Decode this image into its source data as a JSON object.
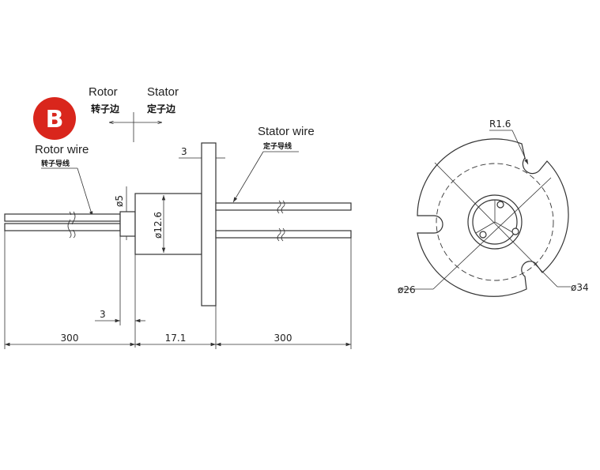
{
  "badge": {
    "letter": "B",
    "color": "#d9261c"
  },
  "direction": {
    "rotor_en": "Rotor",
    "rotor_zh": "转子边",
    "stator_en": "Stator",
    "stator_zh": "定子边"
  },
  "wires": {
    "rotor_en": "Rotor wire",
    "rotor_zh": "转子导线",
    "stator_en": "Stator wire",
    "stator_zh": "定子导线"
  },
  "side_view_dims": {
    "flange_thickness": "3",
    "shaft_dia": "ø5",
    "body_dia": "ø12.6",
    "shaft_length": "3",
    "rotor_wire_length": "300",
    "body_length": "17.1",
    "stator_wire_length": "300"
  },
  "front_view_dims": {
    "slot_radius": "R1.6",
    "bolt_circle_dia": "ø26",
    "flange_dia": "ø34"
  }
}
